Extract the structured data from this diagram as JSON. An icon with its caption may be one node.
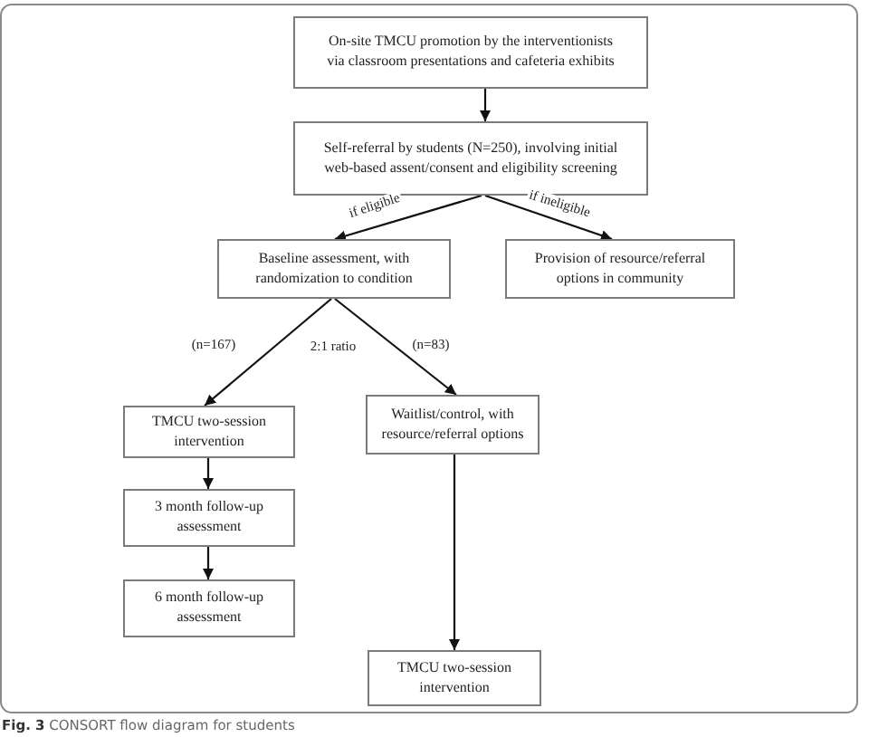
{
  "diagram": {
    "caption": "**Fig. 3** CONSORT flow diagram for students",
    "nodes": [
      {
        "text": [
          "On-site TMCU promotion by the interventionists via classroom presentations and cafeteria exhibits"
        ]
      },
      {
        "text": [
          "Self-referral by students (N=250), involving initial web-based assent/consent and eligibility screening"
        ]
      },
      {
        "text": [
          "Baseline assessment, with randomization to condition"
        ]
      },
      {
        "text": [
          "Provision of resource/referral options in community"
        ]
      },
      {
        "text": [
          "TMCU two-session intervention"
        ]
      },
      {
        "text": [
          "3 month follow-up assessment"
        ]
      },
      {
        "text": [
          "6 month follow-up assessment"
        ]
      },
      {
        "text": [
          "Waitlist/control, with resource/referral options"
        ]
      },
      {
        "text": [
          "TMCU two-session intervention"
        ]
      }
    ],
    "edges": [
      {
        "from": 0,
        "to": 1,
        "arrow": "to"
      },
      {
        "from": 1,
        "to": 2,
        "arrow": "to",
        "label": "if eligible"
      },
      {
        "from": 1,
        "to": 3,
        "arrow": "to",
        "label": "if ineligible"
      },
      {
        "from": 2,
        "to": 4,
        "arrow": "to",
        "label": "(n=167)"
      },
      {
        "from": 2,
        "to": 7,
        "arrow": "to",
        "label": "(n=83)"
      },
      {
        "from": 4,
        "to": 5,
        "arrow": "to"
      },
      {
        "from": 5,
        "to": 6,
        "arrow": "to"
      },
      {
        "from": 7,
        "to": 8,
        "arrow": "to"
      }
    ],
    "labels": [
      "2:1 ratio"
    ]
  }
}
